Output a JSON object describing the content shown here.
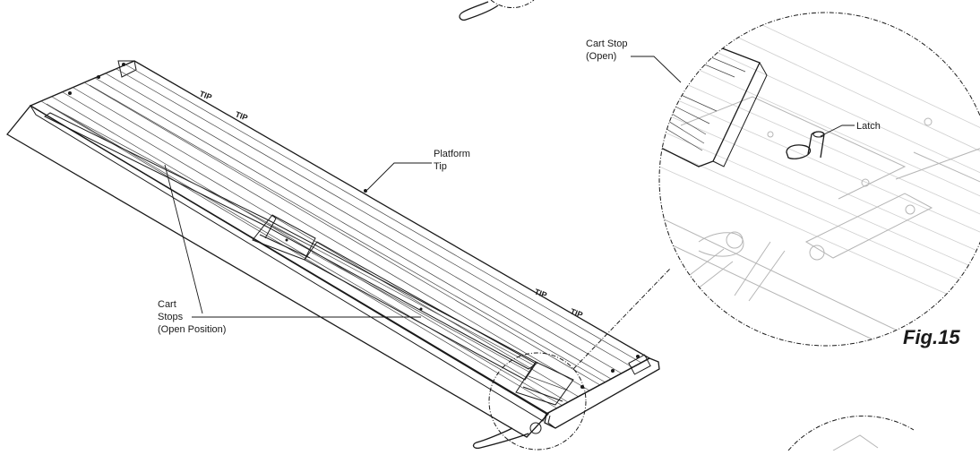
{
  "labels": {
    "platform_tip_line1": "Platform",
    "platform_tip_line2": "Tip",
    "cart_stops_line1": "Cart",
    "cart_stops_line2": "Stops",
    "cart_stops_line3": "(Open Position)",
    "cart_stop_detail_line1": "Cart Stop",
    "cart_stop_detail_line2": "(Open)",
    "latch": "Latch",
    "figure": "Fig.15"
  },
  "colors": {
    "line": "#1a1a1a",
    "detail_faint": "#b5b5b5",
    "background": "#ffffff"
  }
}
